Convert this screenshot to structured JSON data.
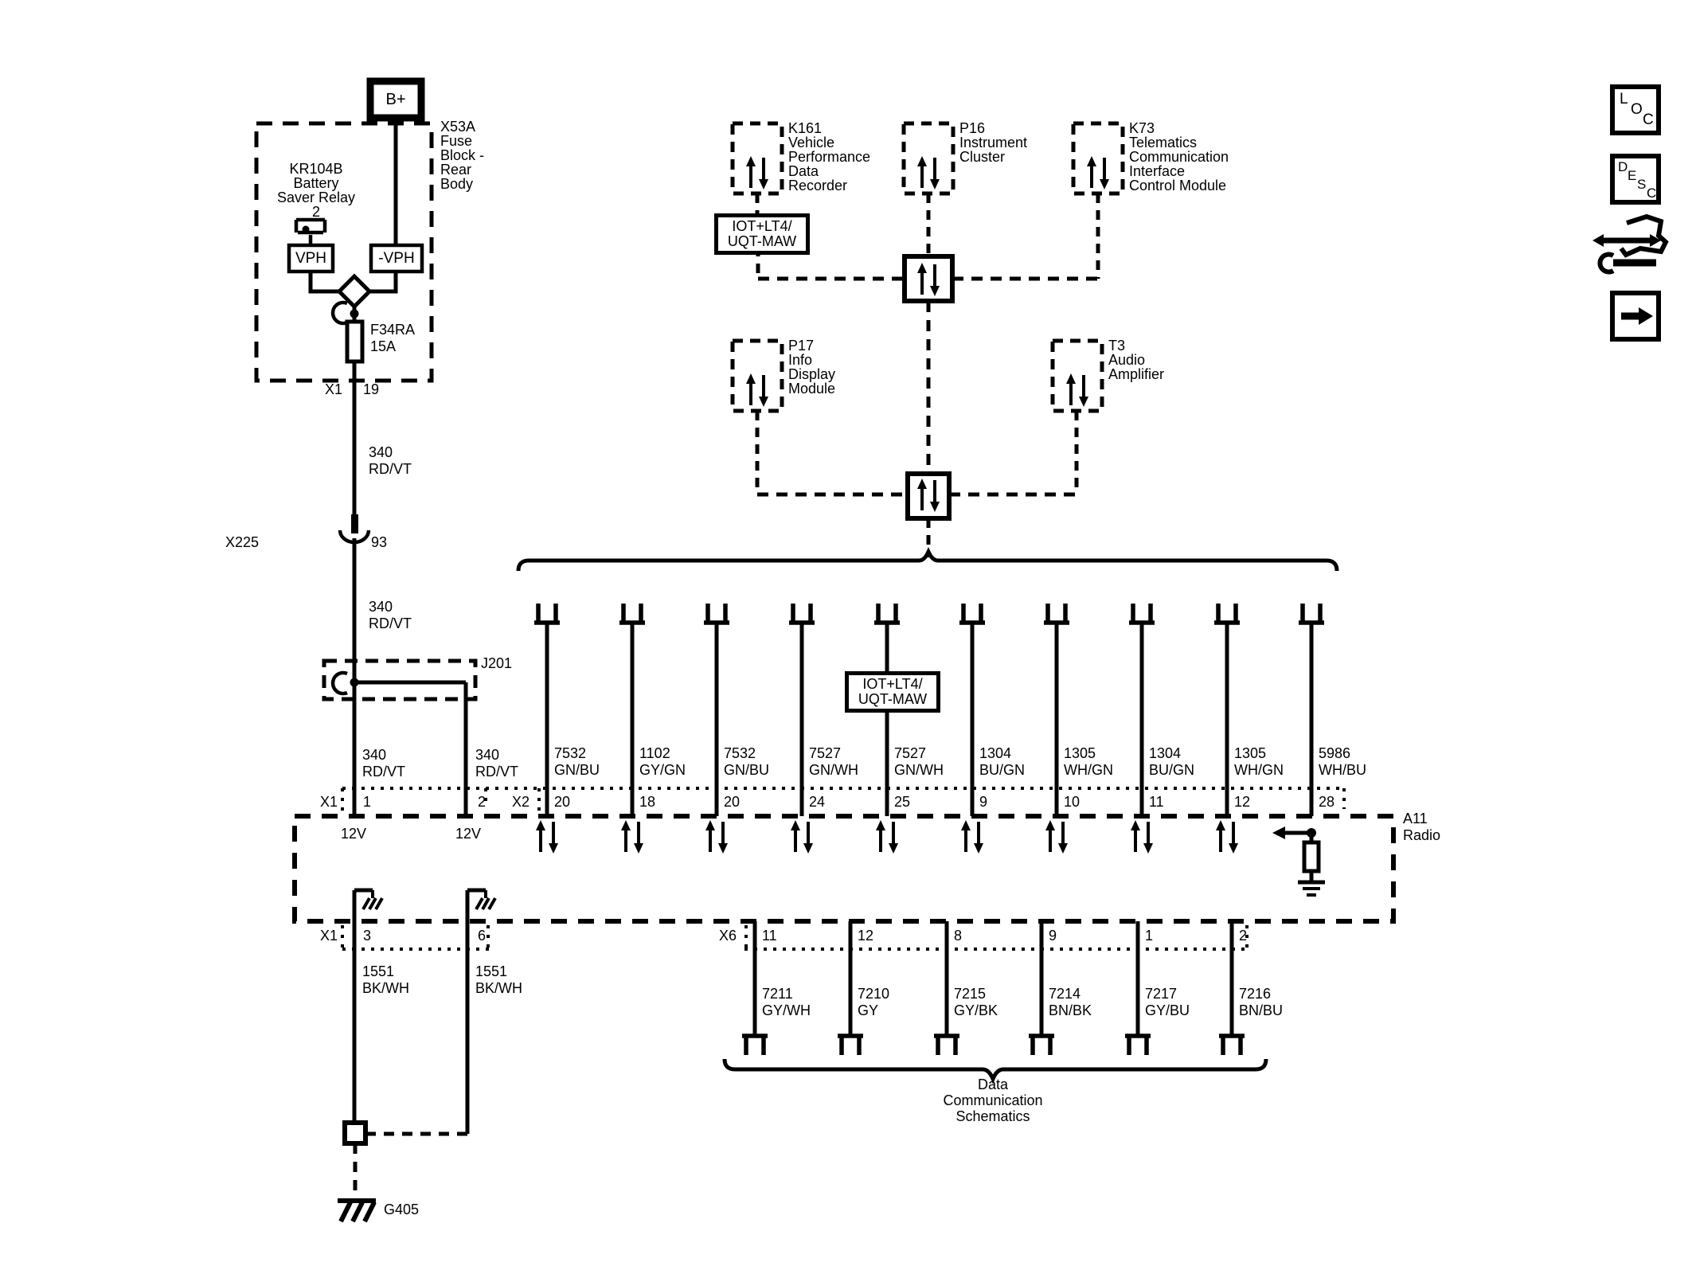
{
  "colors": {
    "ink": "#000000",
    "bg": "#ffffff"
  },
  "diagram": {
    "power": {
      "battery": "B+",
      "fuse_block": {
        "id": "X53A",
        "line1": "Fuse",
        "line2": "Block -",
        "line3": "Rear",
        "line4": "Body"
      },
      "relay": {
        "id": "KR104B",
        "line1": "Battery",
        "line2": "Saver Relay",
        "pin": "2"
      },
      "coil_pos": "VPH",
      "coil_neg": "-VPH",
      "fuse": {
        "id": "F34RA",
        "rating": "15A"
      },
      "fuse_conn": "X1",
      "fuse_pin": "19",
      "seg1": {
        "circuit": "340",
        "color": "RD/VT"
      },
      "inline": {
        "conn": "X225",
        "pin": "93"
      },
      "seg2": {
        "circuit": "340",
        "color": "RD/VT"
      },
      "splice": "J201",
      "seg3": {
        "circuit": "340",
        "color": "RD/VT"
      },
      "seg4": {
        "circuit": "340",
        "color": "RD/VT"
      }
    },
    "modules": {
      "k161": {
        "id": "K161",
        "line1": "Vehicle",
        "line2": "Performance",
        "line3": "Data",
        "line4": "Recorder"
      },
      "p16": {
        "id": "P16",
        "line1": "Instrument",
        "line2": "Cluster"
      },
      "k73": {
        "id": "K73",
        "line1": "Telematics",
        "line2": "Communication",
        "line3": "Interface",
        "line4": "Control Module"
      },
      "p17": {
        "id": "P17",
        "line1": "Info",
        "line2": "Display",
        "line3": "Module"
      },
      "t3": {
        "id": "T3",
        "line1": "Audio",
        "line2": "Amplifier"
      }
    },
    "bus_label_top": {
      "line1": "IOT+LT4/",
      "line2": "UQT-MAW"
    },
    "bus_label_mid": {
      "line1": "IOT+LT4/",
      "line2": "UQT-MAW"
    },
    "radio": {
      "id": "A11",
      "name": "Radio"
    },
    "conn_x1_top": {
      "label": "X1",
      "pins": [
        {
          "pin": "1",
          "inside": "12V",
          "circuit": "340",
          "color": "RD/VT"
        },
        {
          "pin": "2",
          "inside": "12V",
          "circuit": "340",
          "color": "RD/VT"
        }
      ]
    },
    "conn_x2": {
      "label": "X2",
      "pins": [
        {
          "pin": "20",
          "circuit": "7532",
          "color": "GN/BU"
        },
        {
          "pin": "18",
          "circuit": "1102",
          "color": "GY/GN"
        },
        {
          "pin": "20",
          "circuit": "7532",
          "color": "GN/BU"
        },
        {
          "pin": "24",
          "circuit": "7527",
          "color": "GN/WH"
        },
        {
          "pin": "25",
          "circuit": "7527",
          "color": "GN/WH"
        },
        {
          "pin": "9",
          "circuit": "1304",
          "color": "BU/GN"
        },
        {
          "pin": "10",
          "circuit": "1305",
          "color": "WH/GN"
        },
        {
          "pin": "11",
          "circuit": "1304",
          "color": "BU/GN"
        },
        {
          "pin": "12",
          "circuit": "1305",
          "color": "WH/GN"
        },
        {
          "pin": "28",
          "circuit": "5986",
          "color": "WH/BU"
        }
      ]
    },
    "conn_x1_bottom": {
      "label": "X1",
      "pins": [
        {
          "pin": "3",
          "circuit": "1551",
          "color": "BK/WH"
        },
        {
          "pin": "6",
          "circuit": "1551",
          "color": "BK/WH"
        }
      ]
    },
    "conn_x6": {
      "label": "X6",
      "pins": [
        {
          "pin": "11",
          "circuit": "7211",
          "color": "GY/WH"
        },
        {
          "pin": "12",
          "circuit": "7210",
          "color": "GY"
        },
        {
          "pin": "8",
          "circuit": "7215",
          "color": "GY/BK"
        },
        {
          "pin": "9",
          "circuit": "7214",
          "color": "BN/BK"
        },
        {
          "pin": "1",
          "circuit": "7217",
          "color": "GY/BU"
        },
        {
          "pin": "2",
          "circuit": "7216",
          "color": "BN/BU"
        }
      ]
    },
    "ground": {
      "id": "G405"
    },
    "footer": {
      "line1": "Data",
      "line2": "Communication",
      "line3": "Schematics"
    }
  },
  "toolbar": {
    "loc": {
      "l1": "L",
      "l2": "O",
      "l3": "C"
    },
    "desc": {
      "l1": "D",
      "l2": "E",
      "l3": "S",
      "l4": "C"
    }
  }
}
